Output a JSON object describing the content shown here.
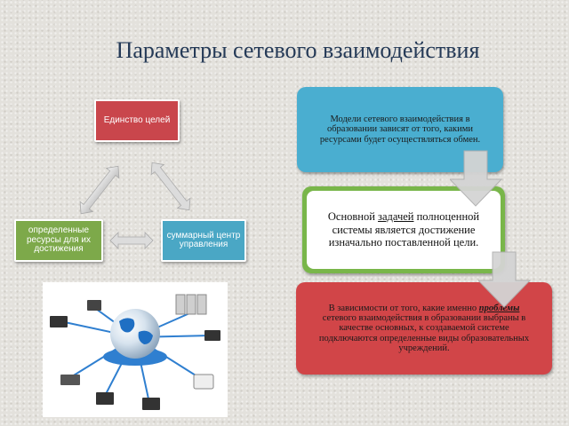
{
  "title": "Параметры  сетевого взаимодействия",
  "triangle": {
    "top": "Единство целей",
    "left": "определенные ресурсы  для их достижения",
    "right": "суммарный центр управления"
  },
  "cards": {
    "first": "Модели сетевого взаимодействия в образовании зависят от того, какими ресурсами будет осуществляться обмен.",
    "second_pre": "Основной ",
    "second_u": "задачей",
    "second_post": " полноценной системы является достижение изначально поставленной цели.",
    "third_pre": "В зависимости от того, какие именно ",
    "third_em": "проблемы",
    "third_post": " сетевого взаимодействия в образовании выбраны в качестве основных, к создаваемой  системе подключаются определенные виды образовательных учреждений."
  },
  "colors": {
    "red": "#c9464c",
    "green": "#7da94a",
    "blue": "#4aa7c5",
    "arrow": "#d9d9d9"
  },
  "image": {
    "subject": "network-globe-with-devices"
  }
}
